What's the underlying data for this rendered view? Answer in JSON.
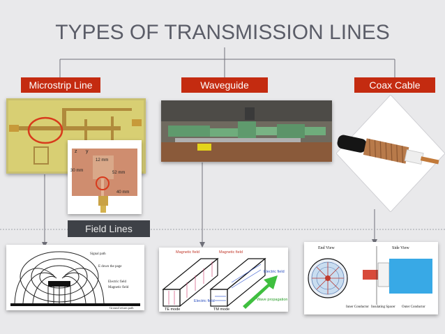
{
  "title": "TYPES OF TRANSMISSION LINES",
  "categories": [
    {
      "label": "Microstrip Line"
    },
    {
      "label": "Waveguide"
    },
    {
      "label": "Coax Cable"
    }
  ],
  "field_lines_label": "Field Lines",
  "microstrip_inset": {
    "axis_z": "z",
    "axis_y": "y",
    "dim_top": "12 mm",
    "dim_left": "30 mm",
    "dim_right": "52 mm",
    "dim_bottom": "40 mm"
  },
  "microstrip_field": {
    "signal_path": "Signal path",
    "direction": "E down the page",
    "electric": "Electric field",
    "magnetic": "Magnetic field",
    "ground": "Ground return path"
  },
  "waveguide_field": {
    "magnetic_1": "Magnetic field",
    "magnetic_2": "Magnetic field",
    "electric_1": "Electric field",
    "electric_2": "Electric field",
    "te_mode": "TE mode",
    "tm_mode": "TM mode",
    "wave": "Wave propagation"
  },
  "coax_field": {
    "end_view": "End View",
    "side_view": "Side View",
    "inner": "Inner Conductor",
    "spacer": "Insulating Spacer",
    "outer": "Outer Conductor"
  },
  "colors": {
    "label_red": "#c42b10",
    "title_gray": "#5b5d68",
    "field_label_bg": "#3e4147"
  }
}
